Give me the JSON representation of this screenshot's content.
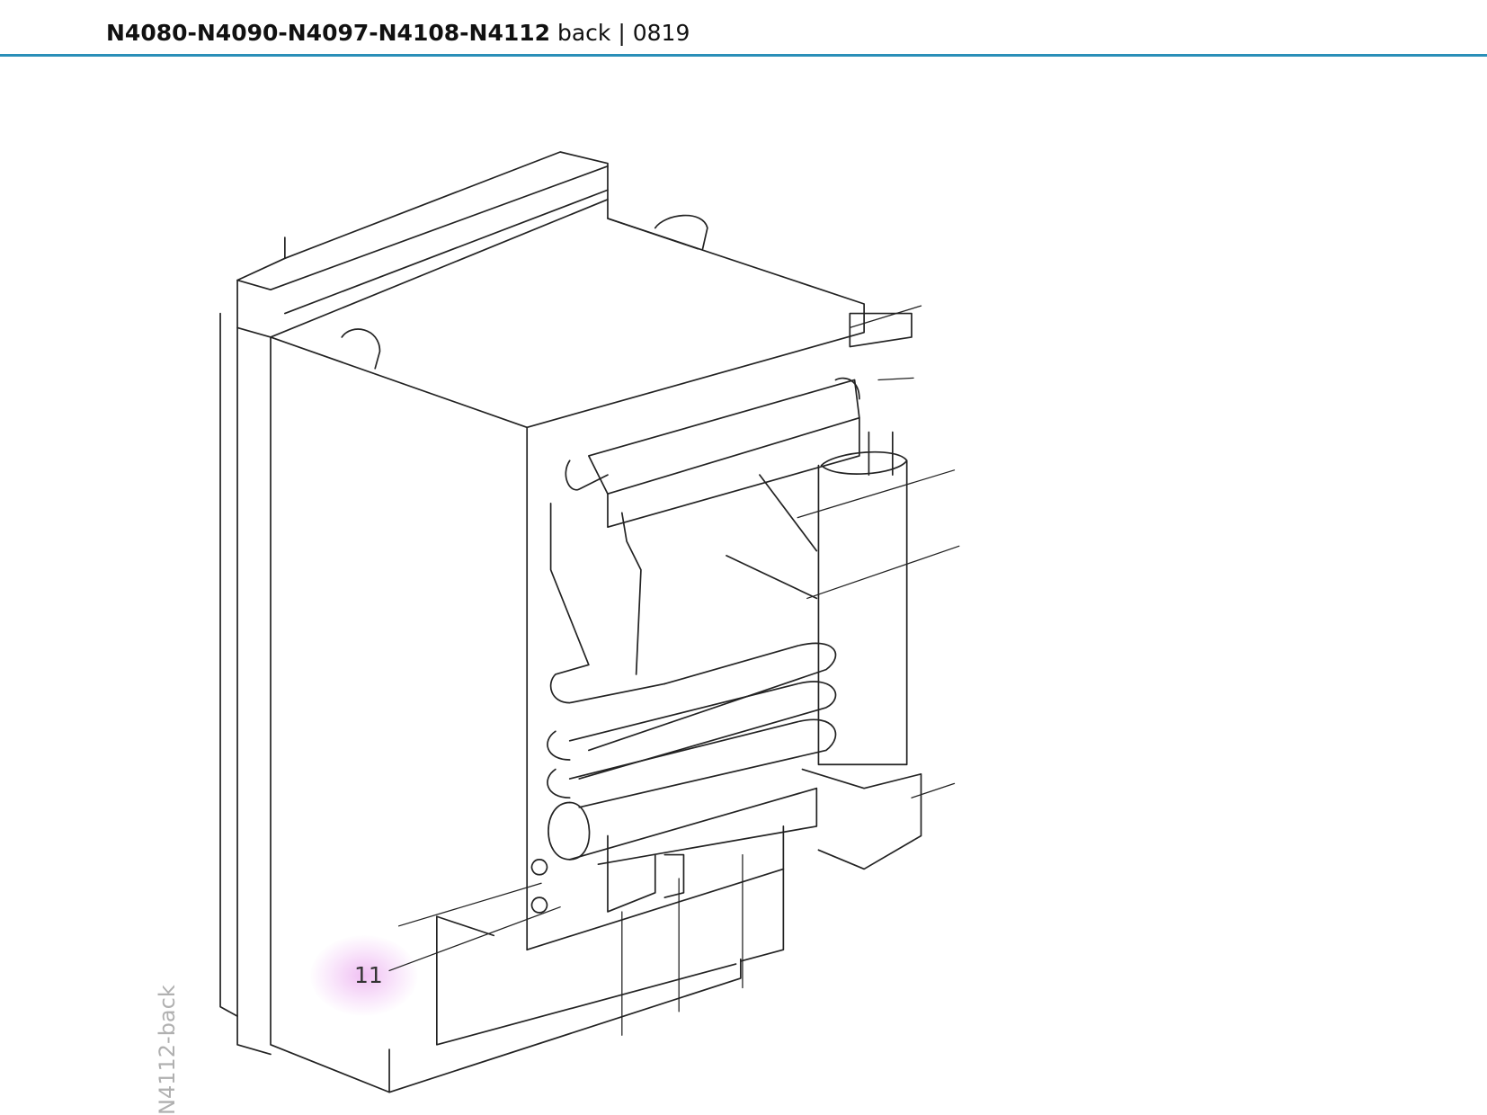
{
  "header": {
    "models": "N4080-N4090-N4097-N4108-N4112",
    "view": "back",
    "separator": "|",
    "revision": "0819"
  },
  "drawing": {
    "side_label": "N4112-back",
    "callouts": [
      "11"
    ],
    "accent_color": "#2a8fb8",
    "highlight_color": "#e696eb"
  }
}
